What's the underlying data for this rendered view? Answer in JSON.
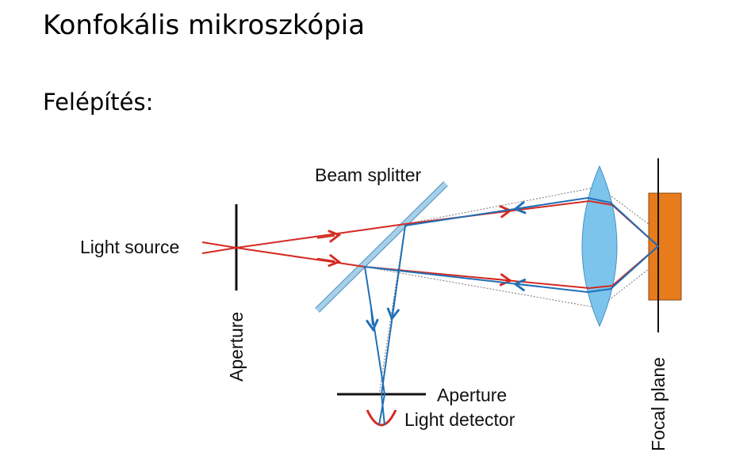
{
  "title": "Konfokális mikroszkópia",
  "subtitle": "Felépítés:",
  "diagram": {
    "labels": {
      "light_source": "Light source",
      "aperture_left": "Aperture",
      "beam_splitter": "Beam splitter",
      "aperture_bottom": "Aperture",
      "light_detector": "Light detector",
      "focal_plane": "Focal plane"
    },
    "colors": {
      "illumination_beam": "#d42a22",
      "return_beam": "#1f6fb5",
      "beam_splitter": "#a7cfe8",
      "lens": "#7cc4ec",
      "specimen": "#e87b1b",
      "aperture": "#111111",
      "dotted_guides": "#777777"
    }
  }
}
